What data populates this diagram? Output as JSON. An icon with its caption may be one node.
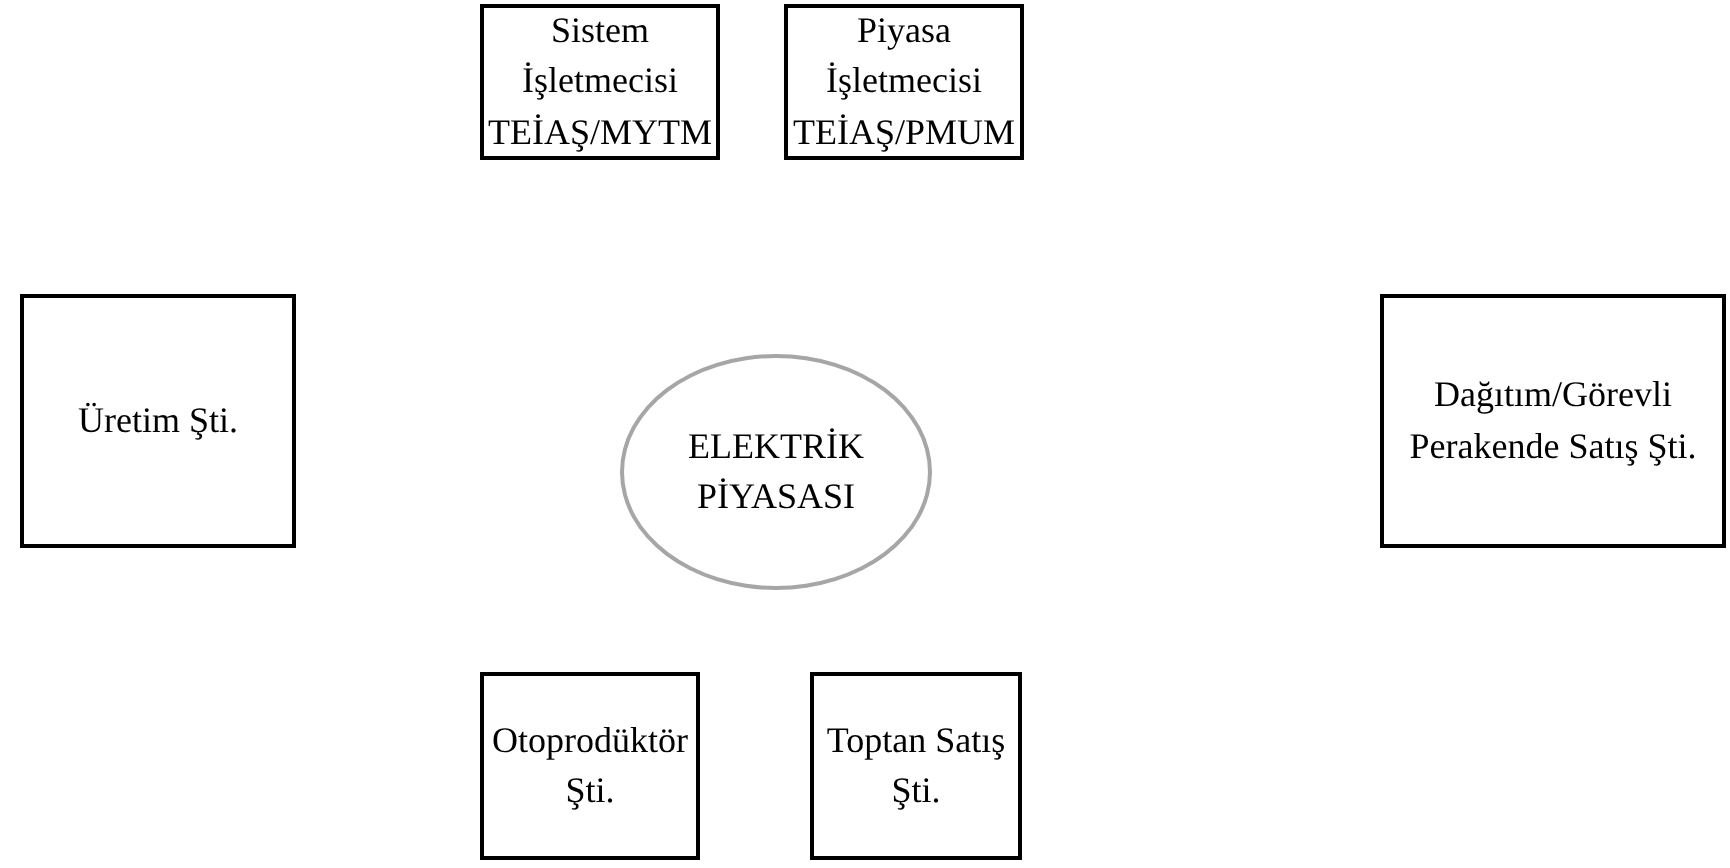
{
  "diagram": {
    "nodes": [
      {
        "text": [
          "Sistem İşletmecisi TEİAŞ/MYTM"
        ]
      },
      {
        "text": [
          "Piyasa İşletmecisi TEİAŞ/PMUM"
        ]
      },
      {
        "text": [
          "Üretim Şti."
        ]
      },
      {
        "text": [
          "ELEKTRİK PİYASASI"
        ]
      },
      {
        "text": [
          "Dağıtım/Görevli Perakende Satış Şti."
        ]
      },
      {
        "text": [
          "Otoprodüktör Şti."
        ]
      },
      {
        "text": [
          "Toptan Satış Şti."
        ]
      }
    ]
  }
}
